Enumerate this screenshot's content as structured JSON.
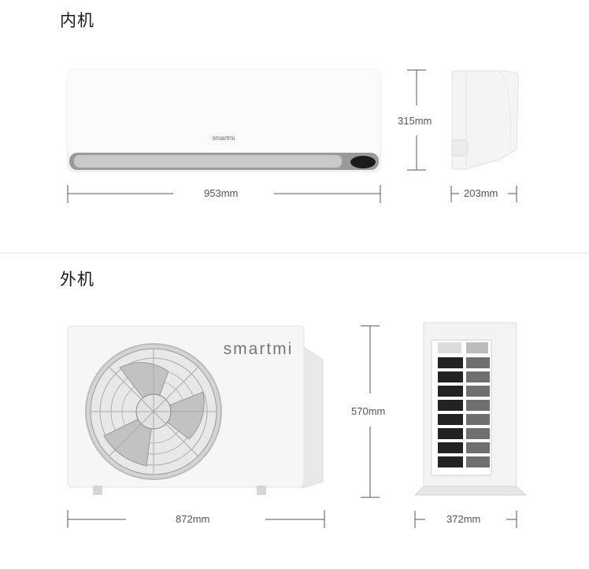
{
  "indoor": {
    "title": "内机",
    "brand": "smartmi",
    "width_label": "953mm",
    "height_label": "315mm",
    "depth_label": "203mm"
  },
  "outdoor": {
    "title": "外机",
    "brand": "smartmi",
    "width_label": "872mm",
    "height_label": "570mm",
    "depth_label": "372mm"
  }
}
